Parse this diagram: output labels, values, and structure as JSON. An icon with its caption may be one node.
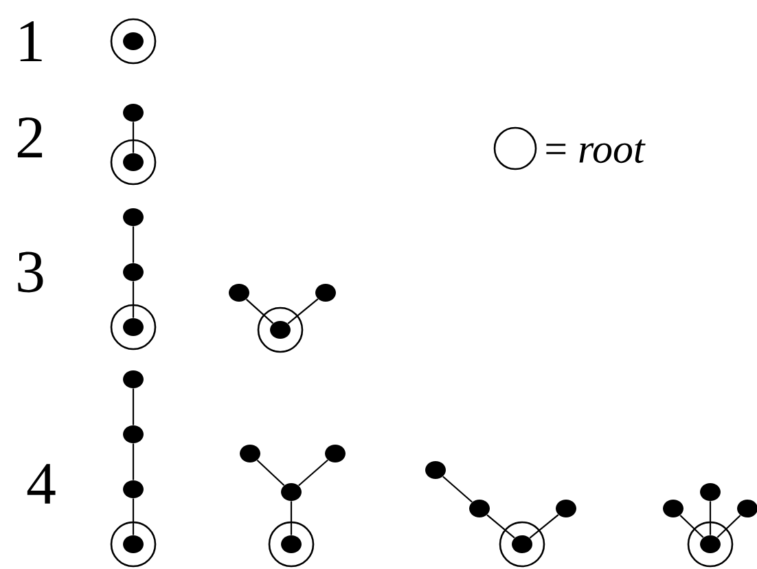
{
  "diagram": {
    "nodes": [
      {
        "text": [],
        "shape": "bullseye"
      },
      {
        "text": [],
        "shape": "circle"
      },
      {
        "text": [],
        "shape": "bullseye"
      },
      {
        "text": [],
        "shape": "circle"
      },
      {
        "text": [],
        "shape": "circle"
      },
      {
        "text": [],
        "shape": "bullseye"
      },
      {
        "text": [],
        "shape": "circle"
      },
      {
        "text": [],
        "shape": "circle"
      },
      {
        "text": [],
        "shape": "bullseye"
      },
      {
        "text": [],
        "shape": "circle"
      },
      {
        "text": [],
        "shape": "circle"
      },
      {
        "text": [],
        "shape": "circle"
      },
      {
        "text": [],
        "shape": "bullseye"
      },
      {
        "text": [],
        "shape": "circle"
      },
      {
        "text": [],
        "shape": "circle"
      },
      {
        "text": [],
        "shape": "circle"
      },
      {
        "text": [],
        "shape": "bullseye"
      },
      {
        "text": [],
        "shape": "circle"
      },
      {
        "text": [],
        "shape": "circle"
      },
      {
        "text": [],
        "shape": "circle"
      },
      {
        "text": [],
        "shape": "bullseye"
      },
      {
        "text": [],
        "shape": "circle"
      },
      {
        "text": [],
        "shape": "circle"
      },
      {
        "text": [],
        "shape": "circle"
      },
      {
        "text": [],
        "shape": "bullseye"
      }
    ],
    "edges": [
      {
        "from": 1,
        "to": 2,
        "arrow": "none"
      },
      {
        "from": 3,
        "to": 4,
        "arrow": "none"
      },
      {
        "from": 4,
        "to": 5,
        "arrow": "none"
      },
      {
        "from": 6,
        "to": 8,
        "arrow": "none"
      },
      {
        "from": 7,
        "to": 8,
        "arrow": "none"
      },
      {
        "from": 9,
        "to": 10,
        "arrow": "none"
      },
      {
        "from": 10,
        "to": 11,
        "arrow": "none"
      },
      {
        "from": 11,
        "to": 12,
        "arrow": "none"
      },
      {
        "from": 13,
        "to": 15,
        "arrow": "none"
      },
      {
        "from": 14,
        "to": 15,
        "arrow": "none"
      },
      {
        "from": 15,
        "to": 16,
        "arrow": "none"
      },
      {
        "from": 17,
        "to": 18,
        "arrow": "none"
      },
      {
        "from": 18,
        "to": 20,
        "arrow": "none"
      },
      {
        "from": 19,
        "to": 20,
        "arrow": "none"
      },
      {
        "from": 21,
        "to": 24,
        "arrow": "none"
      },
      {
        "from": 22,
        "to": 24,
        "arrow": "none"
      },
      {
        "from": 23,
        "to": 24,
        "arrow": "none"
      }
    ],
    "labels": [
      "1",
      "2",
      "3",
      "4"
    ],
    "legend": [
      {
        "text": "= *root*"
      }
    ]
  }
}
